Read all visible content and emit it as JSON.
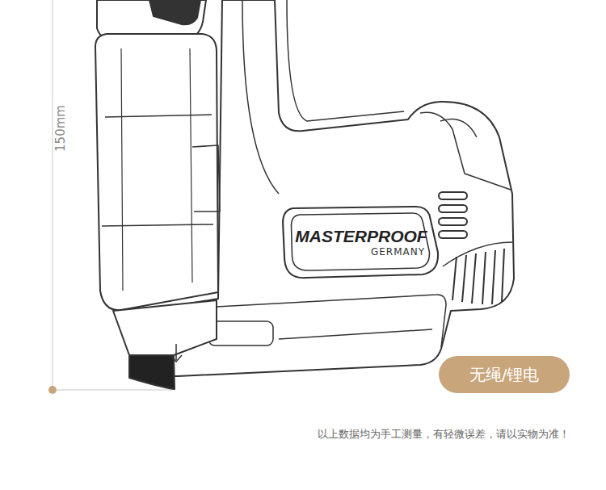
{
  "diagram": {
    "nodes": [
      {
        "text": [
          "MASTERPROOF",
          "GERMANY"
        ]
      },
      {
        "text": [
          "无绳/锂电"
        ]
      }
    ],
    "labels": [
      "150mm",
      "以上数据均为手工测量，有轻微误差，请以实物为准！"
    ]
  }
}
